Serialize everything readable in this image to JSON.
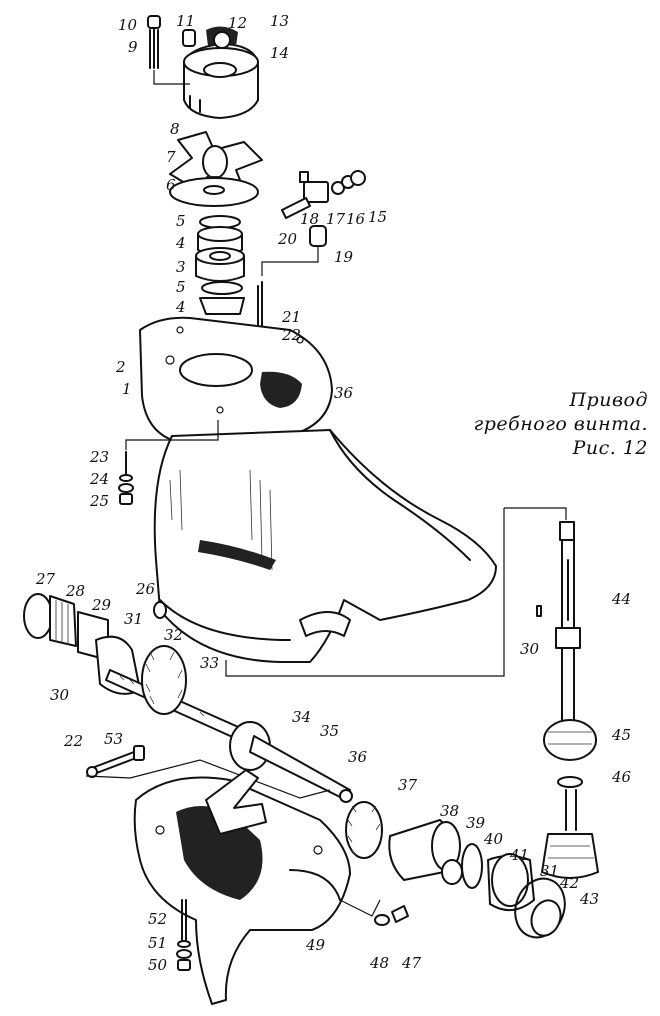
{
  "caption": {
    "line1": "Привод",
    "line2": "гребного винта.",
    "line3": "Рис. 12"
  },
  "callouts": [
    "10",
    "9",
    "11",
    "12",
    "13",
    "14",
    "8",
    "7",
    "6",
    "5",
    "4",
    "3",
    "5",
    "4",
    "15",
    "16",
    "17",
    "18",
    "20",
    "19",
    "21",
    "22",
    "2",
    "1",
    "36",
    "23",
    "24",
    "25",
    "27",
    "28",
    "26",
    "29",
    "31",
    "32",
    "33",
    "30",
    "44",
    "30",
    "45",
    "22",
    "53",
    "34",
    "35",
    "36",
    "46",
    "37",
    "38",
    "39",
    "40",
    "41",
    "31",
    "42",
    "43",
    "52",
    "51",
    "50",
    "49",
    "48",
    "47"
  ]
}
